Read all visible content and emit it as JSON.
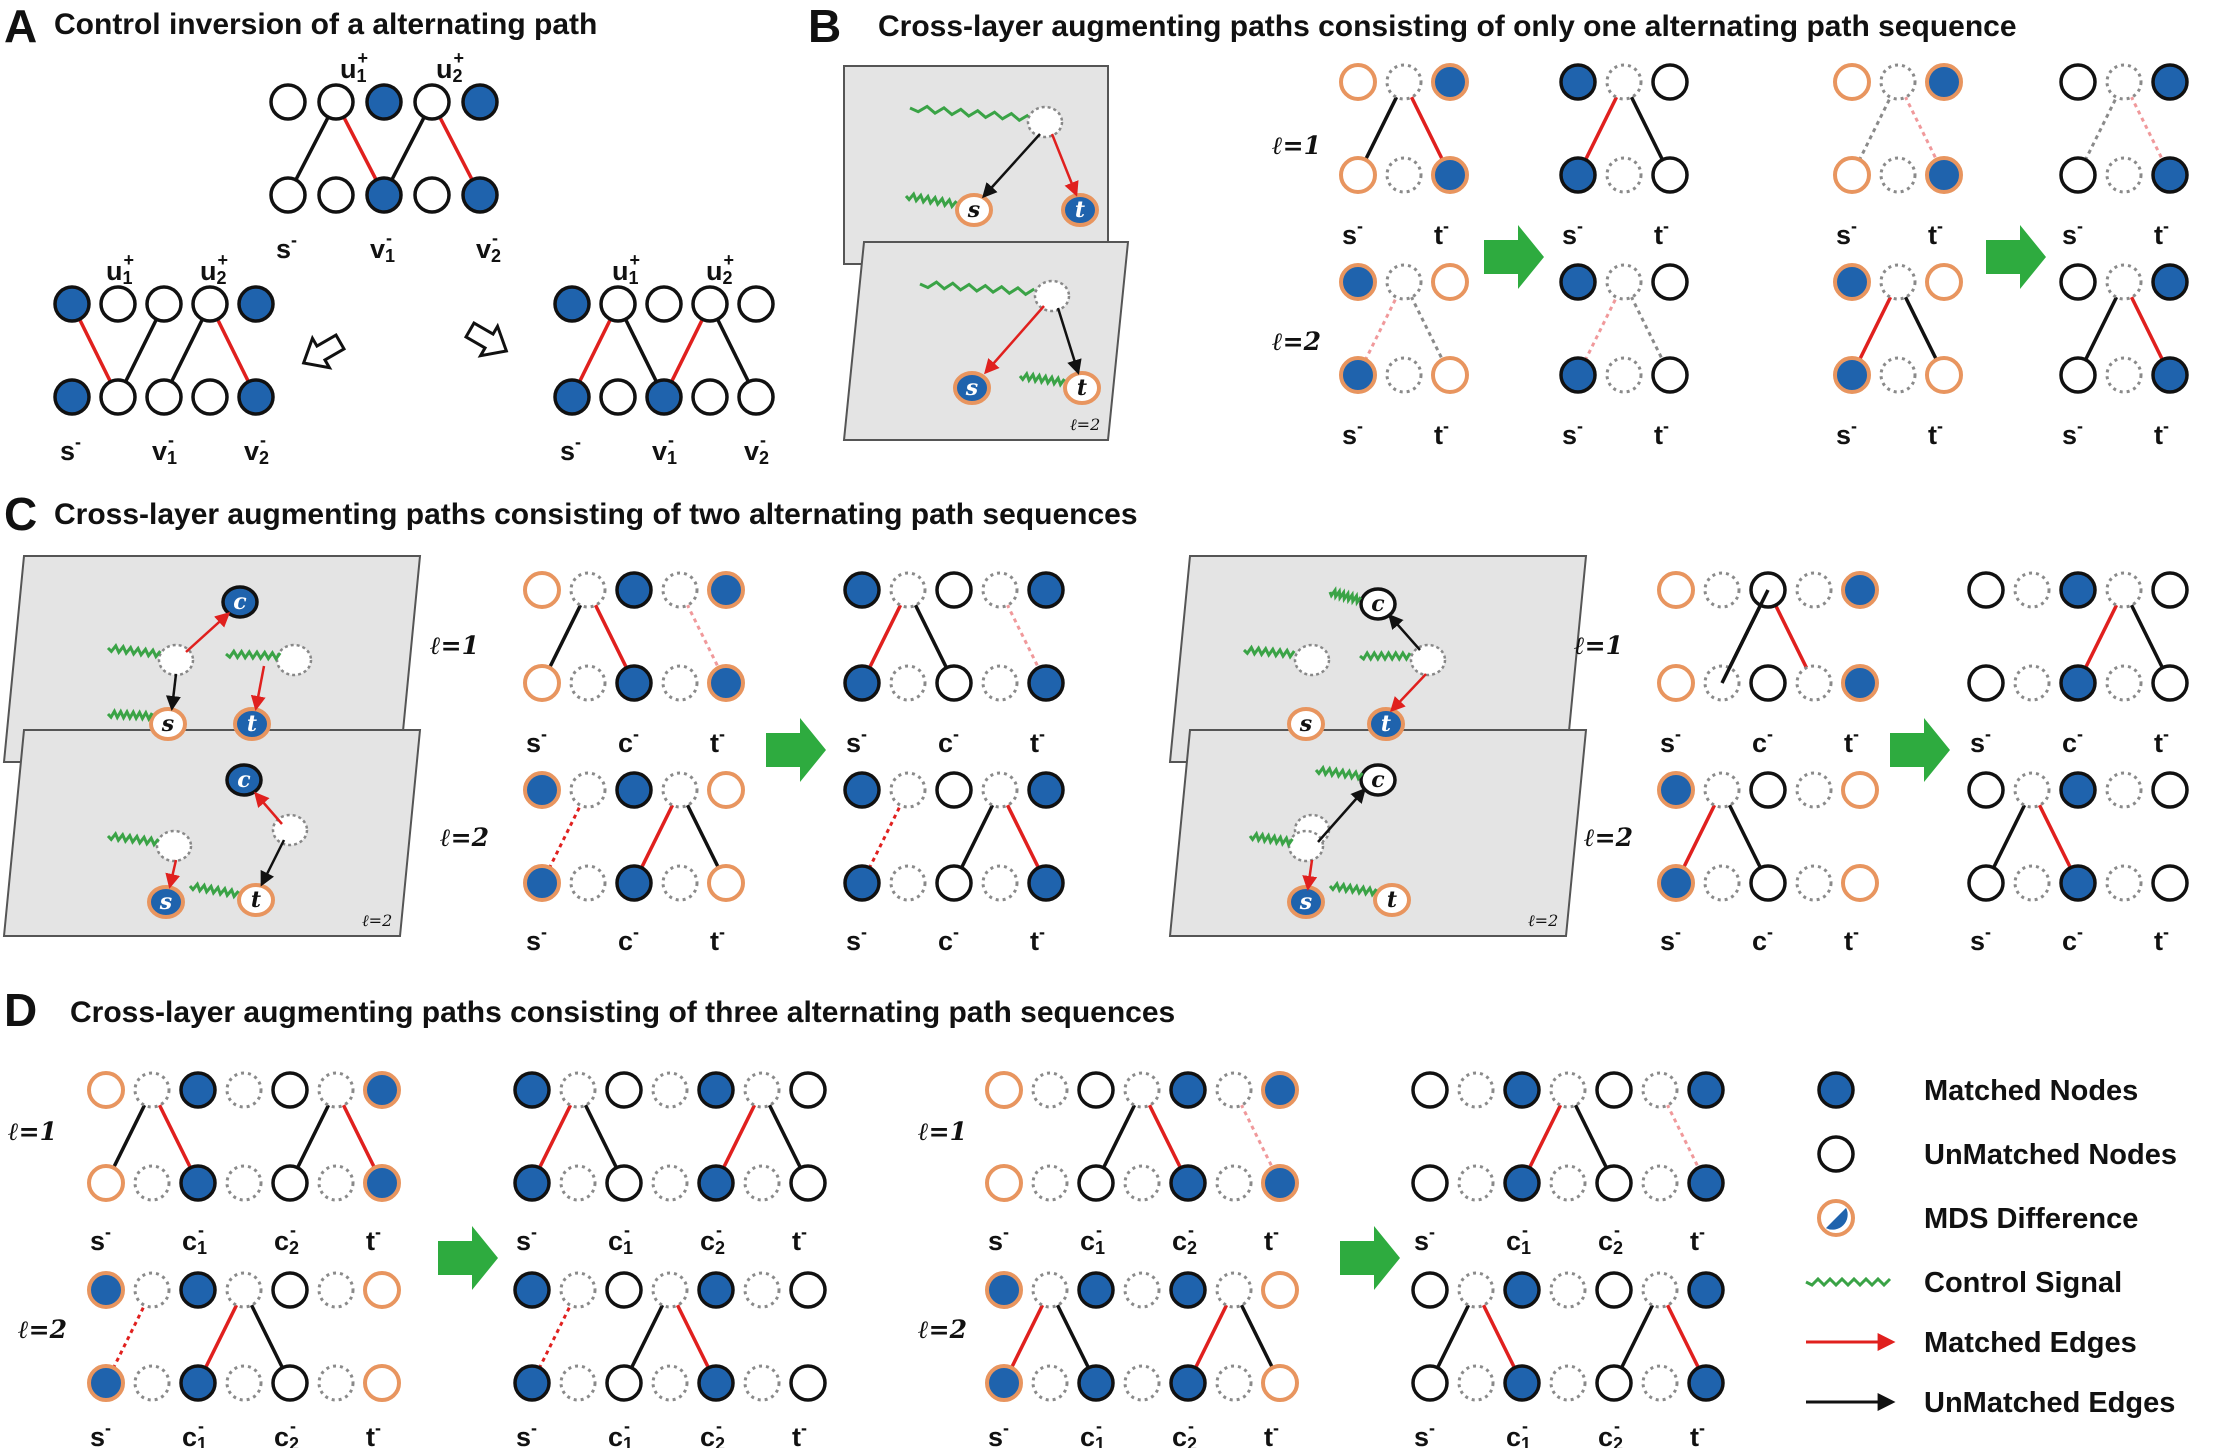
{
  "colors": {
    "matched": "#1f63ad",
    "orange": "#e8955f",
    "red": "#e0201e",
    "pink": "#f0999b",
    "signal": "#3aa346",
    "arrow": "#2eab3f",
    "plane": "#e4e4e4",
    "dotted": "#8a8a8a"
  },
  "panels": {
    "A": {
      "label": "A",
      "title": "Control inversion of a alternating path"
    },
    "B": {
      "label": "B",
      "title": "Cross-layer augmenting paths consisting of only one alternating path sequence"
    },
    "C": {
      "label": "C",
      "title": "Cross-layer augmenting paths consisting of two alternating path sequences"
    },
    "D": {
      "label": "D",
      "title": "Cross-layer augmenting paths consisting of three alternating path sequences"
    }
  },
  "layer_labels": {
    "l1": "ℓ=1",
    "l2": "ℓ=2"
  },
  "node_letters": {
    "s": "s",
    "t": "t",
    "c": "c",
    "u": "u",
    "v": "v"
  },
  "node_marks": {
    "minus": "-",
    "plus": "+",
    "one": "1",
    "two": "2"
  },
  "legend": [
    {
      "key": "matched",
      "label": "Matched Nodes"
    },
    {
      "key": "unmatched",
      "label": "UnMatched Nodes"
    },
    {
      "key": "mds",
      "label": "MDS Difference"
    },
    {
      "key": "signal",
      "label": "Control Signal"
    },
    {
      "key": "medge",
      "label": "Matched Edges"
    },
    {
      "key": "uedge",
      "label": "UnMatched Edges"
    }
  ]
}
